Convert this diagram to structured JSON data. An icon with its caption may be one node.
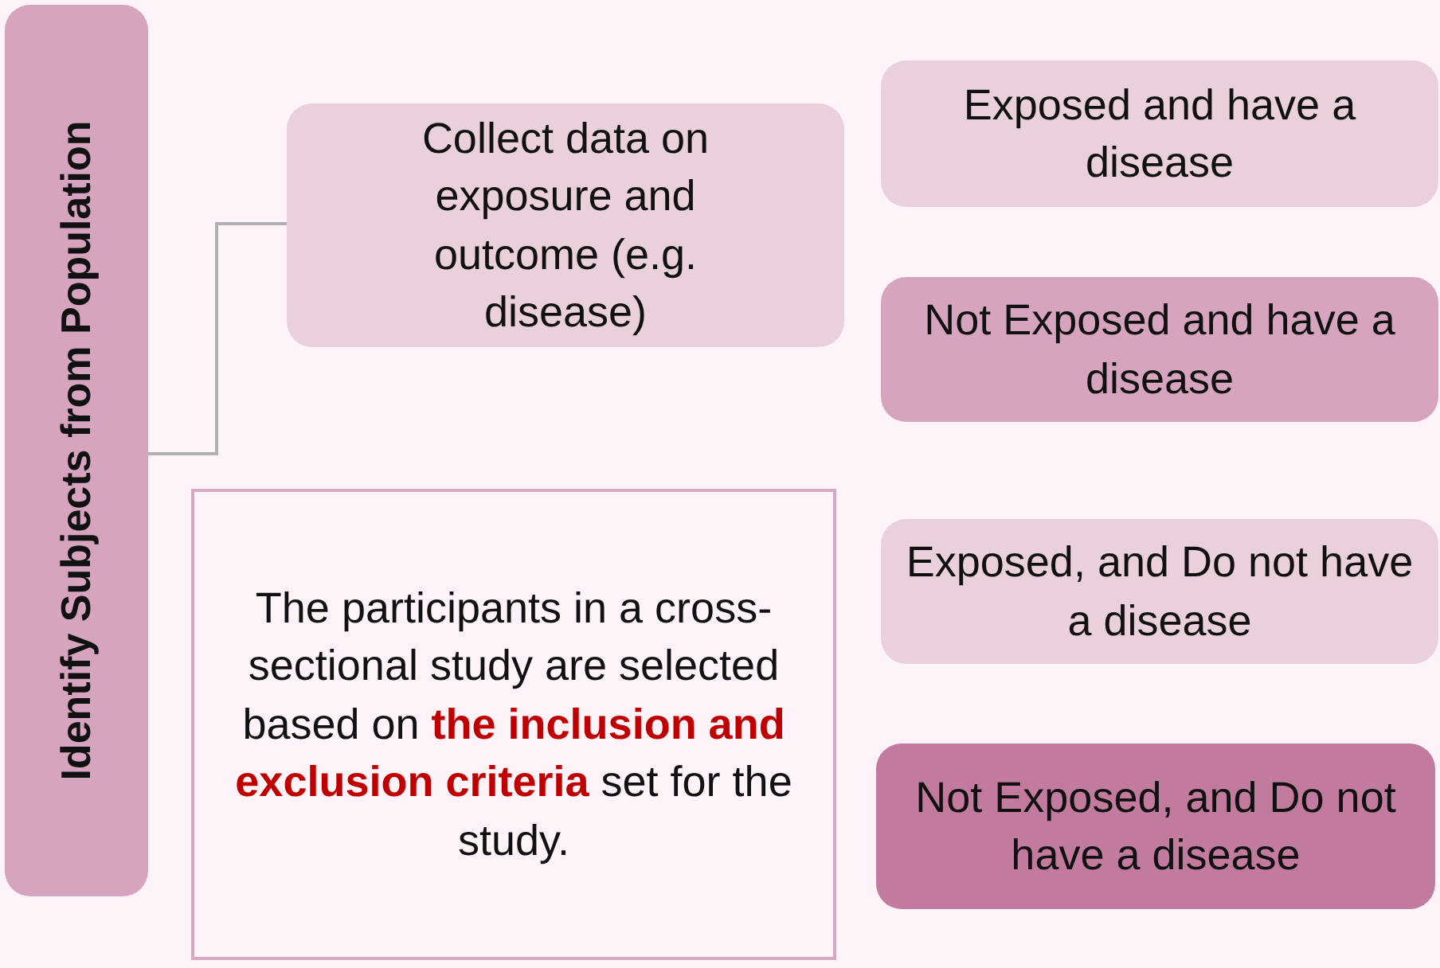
{
  "diagram": {
    "nodes": [
      {
        "text": [
          "Identify Subjects from Population"
        ]
      },
      {
        "text": [
          "Collect data on exposure and outcome (e.g. disease)"
        ]
      },
      {
        "text": [
          "Exposed and have a disease"
        ]
      },
      {
        "text": [
          "Not Exposed and have a disease"
        ]
      },
      {
        "text": [
          "Exposed, and Do not have a disease"
        ]
      },
      {
        "text": [
          "Not Exposed, and Do not have a disease"
        ]
      },
      {
        "text": [
          "The participants in a cross-sectional study are selected based on **the inclusion and exclusion criteria** set for the study."
        ]
      }
    ],
    "edges": [
      {
        "from": 0,
        "to": 1,
        "arrow": "none"
      }
    ]
  }
}
